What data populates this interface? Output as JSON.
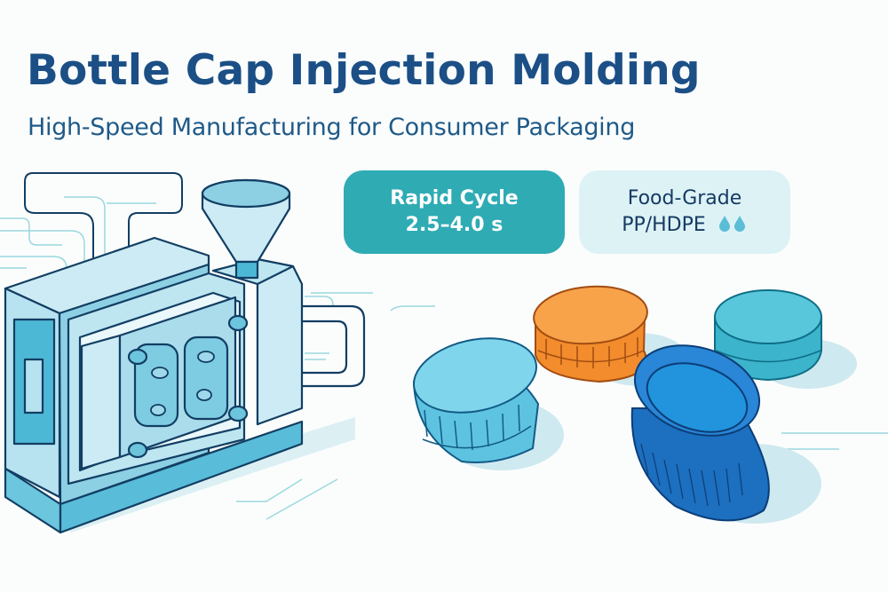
{
  "header": {
    "title": "Bottle Cap Injection Molding",
    "subtitle": "High-Speed Manufacturing for Consumer Packaging"
  },
  "badges": [
    {
      "line1": "Rapid Cycle",
      "line2": "2.5–4.0 s",
      "color": "#2fabb4",
      "text_color": "#ffffff"
    },
    {
      "line1": "Food-Grade",
      "line2": "PP/HDPE",
      "icon": "water-drops-icon",
      "icon_glyph": "💧💧",
      "color": "#ddf2f5",
      "text_color": "#153a63"
    }
  ],
  "illustration": {
    "machine": "injection-molding-machine",
    "caps": [
      {
        "name": "light-blue-cap",
        "color": "#6fd0e6"
      },
      {
        "name": "orange-cap",
        "color": "#f59a3e"
      },
      {
        "name": "teal-cap",
        "color": "#4cc3d6"
      },
      {
        "name": "blue-open-cap",
        "color": "#1f7fd0"
      }
    ]
  },
  "colors": {
    "title": "#1b4f86",
    "outline": "#123e63",
    "machine_fill": "#bfe6f2",
    "accent_line": "#8fd3da"
  }
}
